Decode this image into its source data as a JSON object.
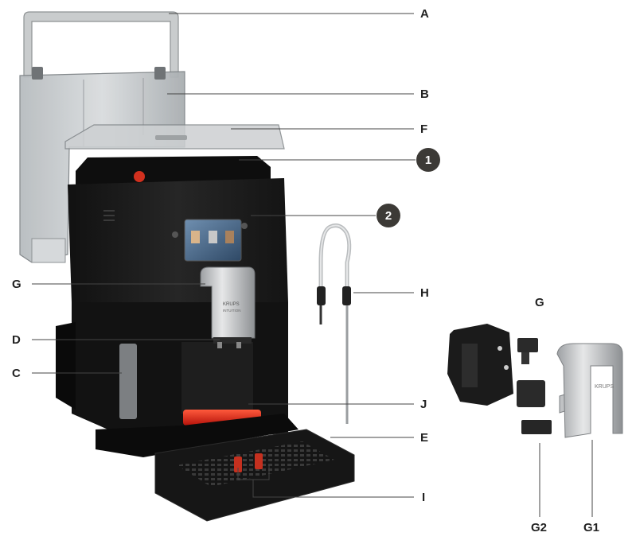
{
  "callouts": {
    "A": "A",
    "B": "B",
    "F": "F",
    "n1": "1",
    "n2": "2",
    "G_left": "G",
    "H": "H",
    "D": "D",
    "C": "C",
    "J": "J",
    "E": "E",
    "I": "I",
    "G_right": "G",
    "G2": "G2",
    "G1": "G1"
  },
  "nozzle_brand": "KRUPS",
  "nozzle_sub": "INTUITION",
  "colors": {
    "machine_body": "#1c1c1c",
    "accent_red": "#e8251b",
    "steel": "#c7c9cb",
    "tank": "#bfc3c5",
    "badge": "#3c3a36"
  },
  "icons": [
    "water-tank",
    "cup-tray",
    "coffee-machine",
    "touch-screen",
    "milk-tube",
    "coffee-nozzle",
    "drip-tray"
  ]
}
